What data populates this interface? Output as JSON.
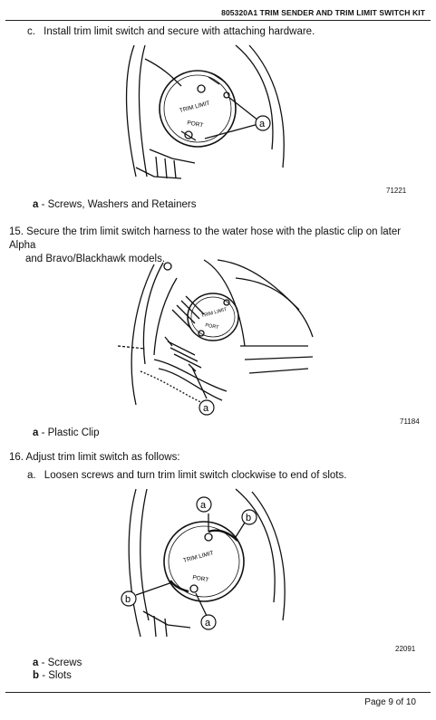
{
  "header": {
    "title": "805320A1 TRIM SENDER AND TRIM LIMIT SWITCH KIT"
  },
  "step_c": {
    "marker": "c.",
    "text": "Install trim limit switch and secure with attaching hardware."
  },
  "figure1": {
    "label_switch_line1": "TRIM LIMIT",
    "label_switch_line2": "PORT",
    "callout": "a",
    "number": "71221",
    "legend": [
      {
        "key": "a",
        "text": "- Screws, Washers and Retainers"
      }
    ]
  },
  "step15": {
    "text_line1": "15. Secure the trim limit switch harness to the water hose with the plastic clip on later Alpha",
    "text_line2": "and Bravo/Blackhawk models."
  },
  "figure2": {
    "label_switch_line1": "TRIM LIMIT",
    "label_switch_line2": "PORT",
    "callout": "a",
    "number": "71184",
    "legend": [
      {
        "key": "a",
        "text": "- Plastic Clip"
      }
    ]
  },
  "step16": {
    "text": "16. Adjust trim limit switch as follows:"
  },
  "step16a": {
    "marker": "a.",
    "text": "Loosen screws and turn trim limit switch clockwise to end of slots."
  },
  "figure3": {
    "label_switch_line1": "TRIM LIMIT",
    "label_switch_line2": "PORT",
    "callout_a": "a",
    "callout_b": "b",
    "number": "22091",
    "legend": [
      {
        "key": "a",
        "text": "- Screws"
      },
      {
        "key": "b",
        "text": "- Slots"
      }
    ]
  },
  "footer": {
    "page": "Page 9 of 10"
  }
}
